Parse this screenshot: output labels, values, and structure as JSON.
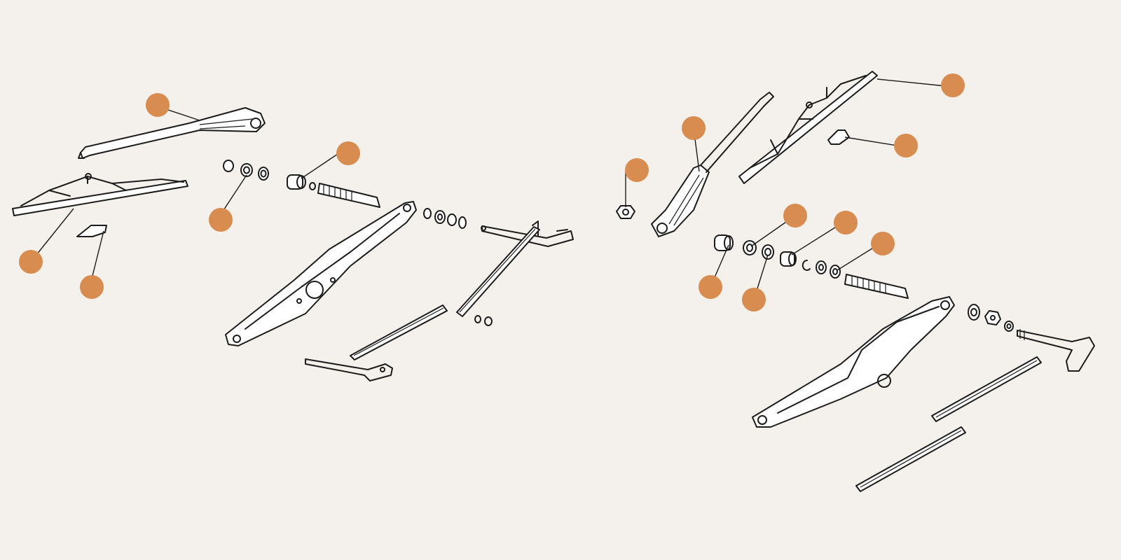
{
  "hotspot_color": "#d98c4f",
  "line_color": "#1c1c1c",
  "background_color": "#f4f1ec",
  "hotspots": [
    {
      "name": "hotspot-wiper-arm-left"
    },
    {
      "name": "hotspot-wiper-blade-left"
    },
    {
      "name": "hotspot-blade-clip-left"
    },
    {
      "name": "hotspot-spindle-washers-left"
    },
    {
      "name": "hotspot-spindle-bush-left"
    },
    {
      "name": "hotspot-arm-nut-right"
    },
    {
      "name": "hotspot-wiper-arm-right"
    },
    {
      "name": "hotspot-wiper-blade-right"
    },
    {
      "name": "hotspot-blade-clip-right"
    },
    {
      "name": "hotspot-spindle-bush-right"
    },
    {
      "name": "hotspot-spindle-nut-right"
    },
    {
      "name": "hotspot-spindle-washer-right"
    },
    {
      "name": "hotspot-spindle-seal-right"
    },
    {
      "name": "hotspot-spindle-spacer-right"
    }
  ]
}
